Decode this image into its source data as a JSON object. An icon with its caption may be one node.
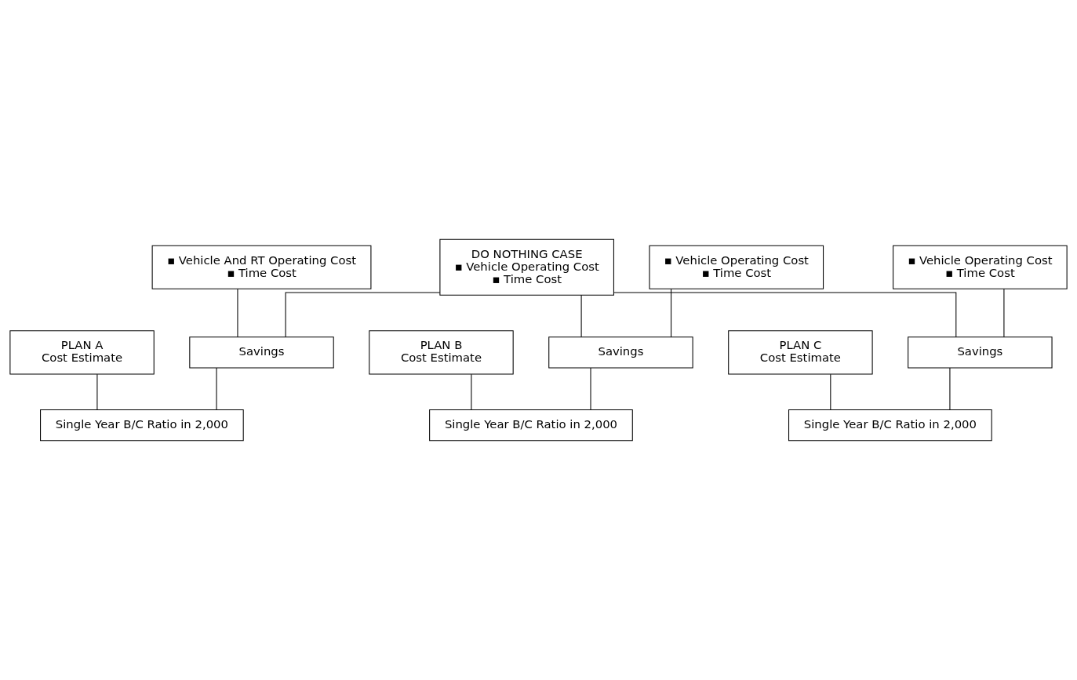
{
  "diagram": {
    "nodes": [
      {
        "text": [
          "DO NOTHING CASE",
          "▪ Vehicle Operating Cost",
          "▪ Time Cost"
        ]
      },
      {
        "text": [
          "PLAN A",
          "Cost Estimate"
        ]
      },
      {
        "text": [
          "▪ Vehicle And RT Operating Cost",
          "▪ Time Cost"
        ]
      },
      {
        "text": [
          "Savings"
        ]
      },
      {
        "text": [
          "Single Year B/C Ratio in 2,000"
        ]
      },
      {
        "text": [
          "PLAN B",
          "Cost Estimate"
        ]
      },
      {
        "text": [
          "▪ Vehicle Operating Cost",
          "▪ Time Cost"
        ]
      },
      {
        "text": [
          "Savings"
        ]
      },
      {
        "text": [
          "Single Year B/C Ratio in 2,000"
        ]
      },
      {
        "text": [
          "PLAN C",
          "Cost Estimate"
        ]
      },
      {
        "text": [
          "▪ Vehicle Operating Cost",
          "▪ Time Cost"
        ]
      },
      {
        "text": [
          "Savings"
        ]
      },
      {
        "text": [
          "Single Year B/C Ratio in 2,000"
        ]
      }
    ],
    "edges": [
      {
        "from": 0,
        "to": 3,
        "arrow": "none"
      },
      {
        "from": 0,
        "to": 7,
        "arrow": "none"
      },
      {
        "from": 0,
        "to": 11,
        "arrow": "none"
      },
      {
        "from": 2,
        "to": 3,
        "arrow": "none"
      },
      {
        "from": 3,
        "to": 4,
        "arrow": "none"
      },
      {
        "from": 1,
        "to": 4,
        "arrow": "none"
      },
      {
        "from": 6,
        "to": 7,
        "arrow": "none"
      },
      {
        "from": 7,
        "to": 8,
        "arrow": "none"
      },
      {
        "from": 5,
        "to": 8,
        "arrow": "none"
      },
      {
        "from": 10,
        "to": 11,
        "arrow": "none"
      },
      {
        "from": 11,
        "to": 12,
        "arrow": "none"
      },
      {
        "from": 9,
        "to": 12,
        "arrow": "none"
      }
    ]
  }
}
